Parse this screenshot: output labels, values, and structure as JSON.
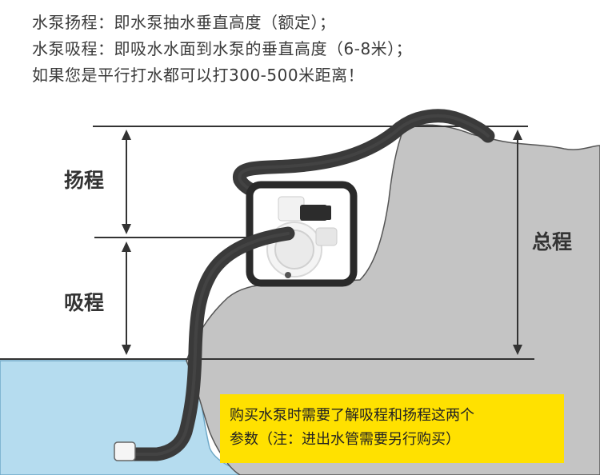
{
  "header": {
    "line1": "水泵扬程：即水泵抽水垂直高度（额定）；",
    "line2": "水泵吸程：即吸水水面到水泵的垂直高度（6-8米）；",
    "line3": "如果您是平行打水都可以打300-500米距离！"
  },
  "labels": {
    "lift": "扬程",
    "suction": "吸程",
    "total": "总程"
  },
  "note": {
    "line1": "购买水泵时需要了解吸程和扬程这两个",
    "line2": "参数（注：进出水管需要另行购买）"
  },
  "colors": {
    "water": "#b5dcef",
    "rock": "#c4c4c4",
    "hose": "#3a3a3a",
    "note_bg": "#ffe100",
    "line": "#333333"
  }
}
